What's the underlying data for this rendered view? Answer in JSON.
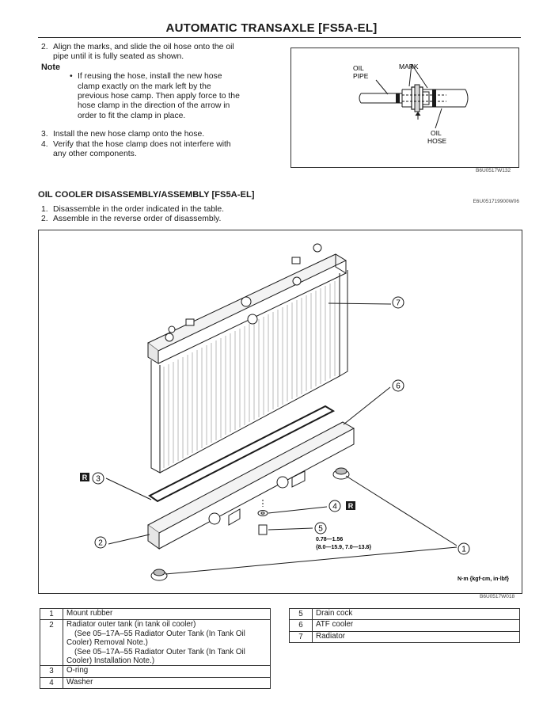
{
  "header": {
    "title": "AUTOMATIC TRANSAXLE [FS5A-EL]"
  },
  "steps_top": {
    "step2_num": "2.",
    "step2_line1": "Align the marks, and slide the oil hose onto the oil",
    "step2_line2": "pipe until it is fully seated as shown.",
    "note_title": "Note",
    "note_bullet": "•",
    "note_line1": "If reusing the hose, install the new hose",
    "note_line2": "clamp exactly on the mark left by the",
    "note_line3": "previous hose camp. Then apply force to the",
    "note_line4": "hose clamp in the direction of the arrow in",
    "note_line5": "order to fit the clamp in place.",
    "step3_num": "3.",
    "step3": "Install the new hose clamp onto the hose.",
    "step4_num": "4.",
    "step4_line1": "Verify that the hose clamp does not interfere with",
    "step4_line2": "any other components."
  },
  "figure1": {
    "label_oil": "OIL",
    "label_pipe": "PIPE",
    "label_mark": "MARK",
    "label_oil2": "OIL",
    "label_hose": "HOSE",
    "code": "B6U0517W132"
  },
  "section": {
    "heading": "OIL COOLER DISASSEMBLY/ASSEMBLY [FS5A-EL]",
    "code": "E6U051719900W06",
    "step1_num": "1.",
    "step1": "Disassemble in the order indicated in the table.",
    "step2_num": "2.",
    "step2": "Assemble in the reverse order of disassembly."
  },
  "figure2": {
    "callouts": [
      "1",
      "2",
      "3",
      "4",
      "5",
      "6",
      "7"
    ],
    "r_badge": "R",
    "torque_line1": "0.78—1.56",
    "torque_line2": "{8.0—15.9, 7.0—13.8}",
    "units": "N·m {kgf·cm, in·lbf}",
    "code": "B6U0517W018"
  },
  "parts_table_left": [
    {
      "no": "1",
      "lines": [
        "Mount rubber"
      ]
    },
    {
      "no": "2",
      "lines": [
        "Radiator outer tank (in tank oil cooler)",
        "(See 05–17A–55 Radiator Outer Tank (In Tank Oil",
        "Cooler) Removal Note.)",
        "(See 05–17A–55 Radiator Outer Tank (In Tank Oil",
        "Cooler) Installation Note.)"
      ]
    },
    {
      "no": "3",
      "lines": [
        "O-ring"
      ]
    },
    {
      "no": "4",
      "lines": [
        "Washer"
      ]
    }
  ],
  "parts_table_right": [
    {
      "no": "5",
      "lines": [
        "Drain cock"
      ]
    },
    {
      "no": "6",
      "lines": [
        "ATF cooler"
      ]
    },
    {
      "no": "7",
      "lines": [
        "Radiator"
      ]
    }
  ],
  "colors": {
    "ink": "#1a1a1a",
    "rule": "#111111"
  }
}
